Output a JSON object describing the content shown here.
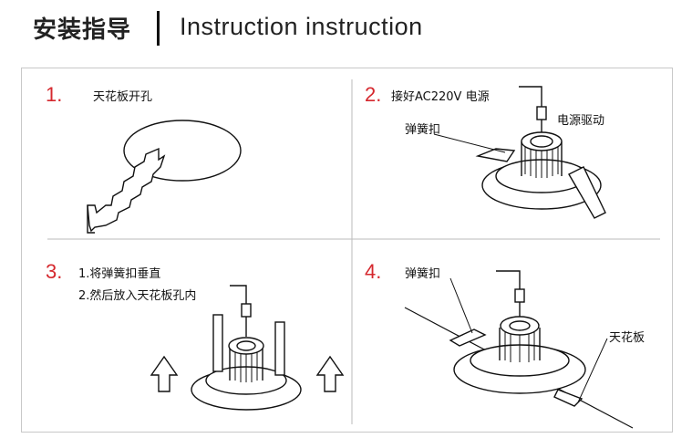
{
  "header": {
    "title_cn": "安装指导",
    "title_en": "Instruction  instruction"
  },
  "steps": [
    {
      "number": "1.",
      "labels": [
        "天花板开孔"
      ]
    },
    {
      "number": "2.",
      "labels": [
        "接好AC220V 电源",
        "电源驱动",
        "弹簧扣"
      ]
    },
    {
      "number": "3.",
      "labels": [
        "1.将弹簧扣垂直",
        "2.然后放入天花板孔内"
      ]
    },
    {
      "number": "4.",
      "labels": [
        "弹簧扣",
        "天花板"
      ]
    }
  ],
  "colors": {
    "step_number": "#d5282e",
    "line": "#111111",
    "divider": "#bbbbbb"
  }
}
